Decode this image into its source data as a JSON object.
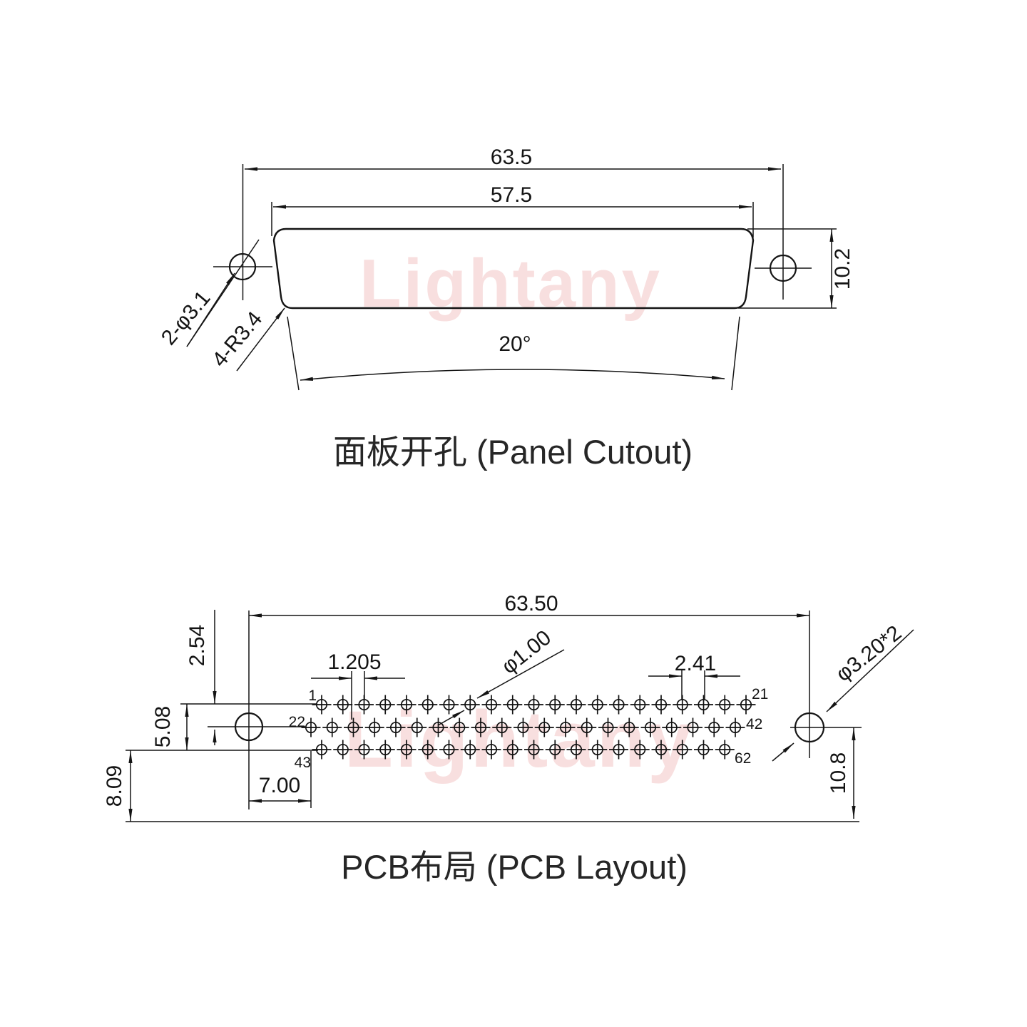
{
  "watermark": {
    "text": "Lightany"
  },
  "panel_cutout": {
    "title": "面板开孔 (Panel Cutout)",
    "dim_outer_width": "63.5",
    "dim_inner_width": "57.5",
    "dim_height": "10.2",
    "dim_angle": "20°",
    "label_mount_holes": "2-φ3.1",
    "label_corner_radius": "4-R3.4"
  },
  "pcb_layout": {
    "title": "PCB布局 (PCB Layout)",
    "dim_total_width": "63.50",
    "dim_row_spacing": "2.54",
    "dim_rows_span": "5.08",
    "dim_edge_offset": "8.09",
    "dim_half_pitch": "1.205",
    "dim_pitch": "2.41",
    "label_pin_diameter": "φ1.00",
    "label_mount_diameter": "φ3.20*2",
    "dim_hole_to_pin": "7.00",
    "dim_mount_to_edge": "10.8",
    "pin_rows": [
      {
        "first_label": "1",
        "last_label": "21",
        "count": 21
      },
      {
        "first_label": "22",
        "last_label": "42",
        "count": 21
      },
      {
        "first_label": "43",
        "last_label": "62",
        "count": 20
      }
    ]
  }
}
